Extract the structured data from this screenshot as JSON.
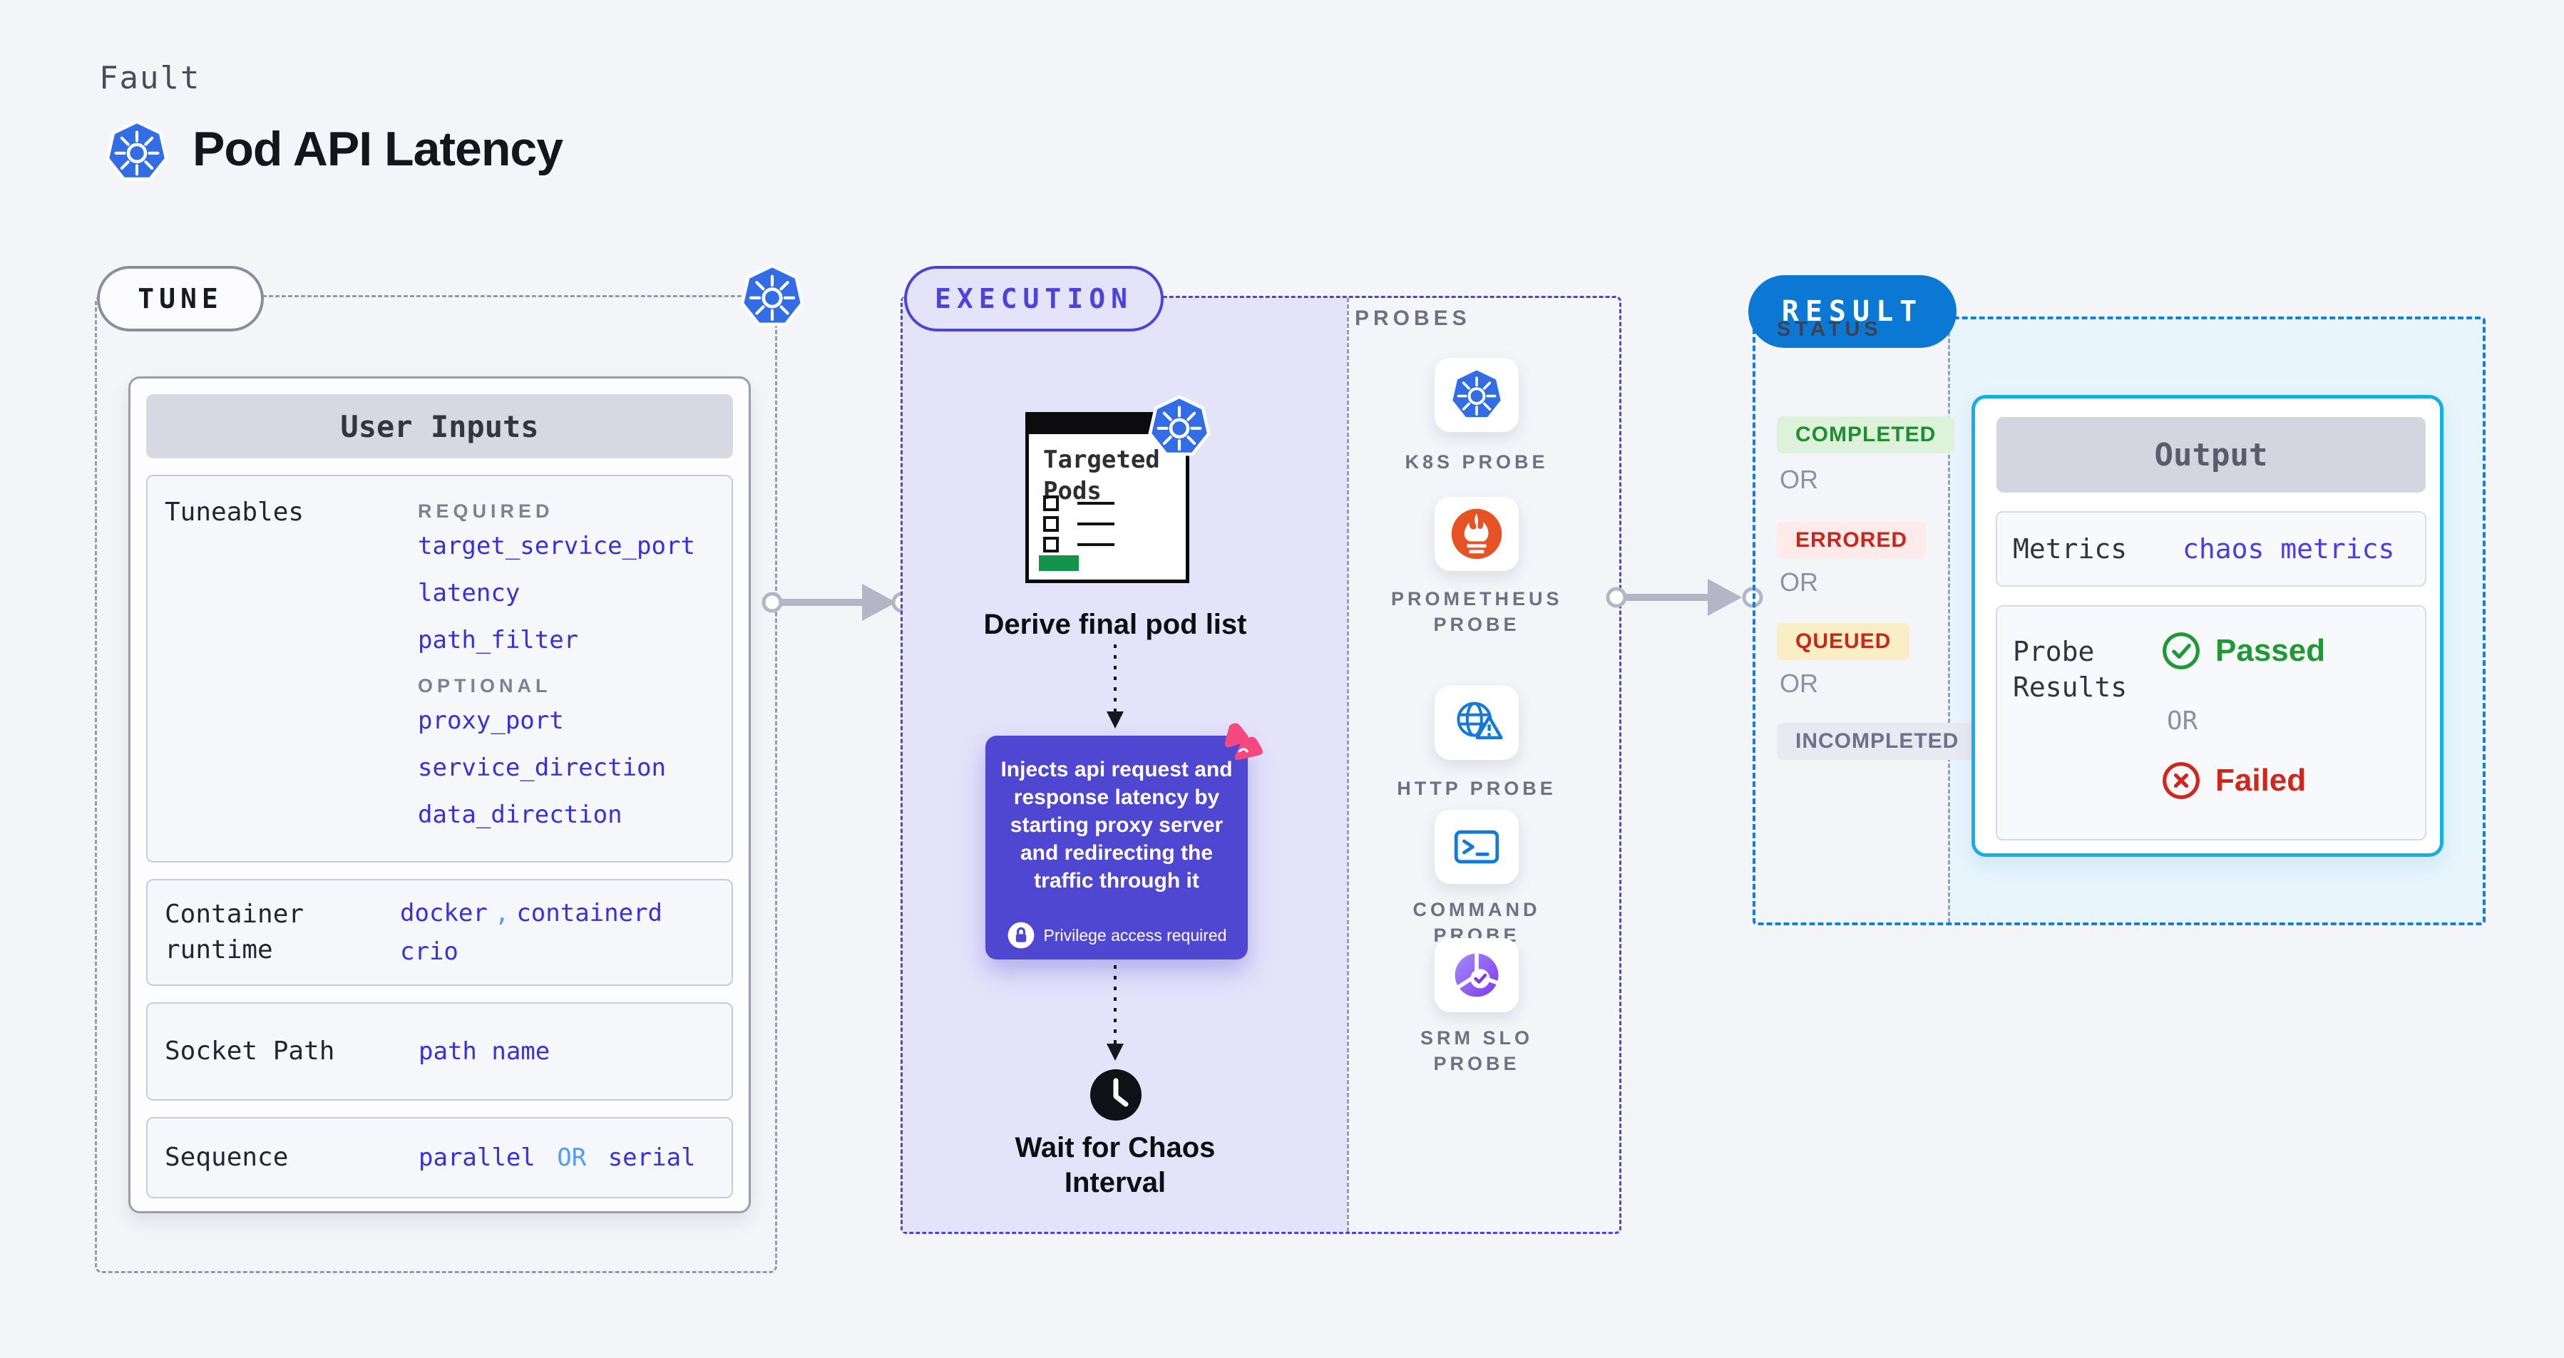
{
  "colors": {
    "page_bg": "#f4f5f9",
    "kubernetes_blue": "#326de6",
    "value_indigo": "#3a2fd9",
    "connector_blue": "#4f9cf8",
    "execution_indigo": "#4c44d8",
    "execution_fill": "#e4e3fa",
    "inject_box": "#4f47d1",
    "result_blue": "#0b79d3",
    "result_fill": "#e8f5fd",
    "output_border": "#16aee6",
    "passed_green": "#1f9a33",
    "failed_red": "#d3261b",
    "queued_bg": "#faeec6",
    "errored_bg": "#fcebea",
    "completed_bg": "#ddf1db",
    "prometheus_orange": "#e75225",
    "chaos_pink": "#f5487f"
  },
  "header": {
    "kicker": "Fault",
    "title": "Pod API Latency",
    "logo_icon": "kubernetes-icon"
  },
  "tune": {
    "pill": "TUNE",
    "corner_icon": "kubernetes-icon",
    "user_inputs": {
      "title": "User Inputs",
      "tuneables": {
        "label": "Tuneables",
        "required_label": "REQUIRED",
        "required_params": [
          "target_service_port",
          "latency",
          "path_filter"
        ],
        "optional_label": "OPTIONAL",
        "optional_params": [
          "proxy_port",
          "service_direction",
          "data_direction"
        ]
      },
      "container_runtime": {
        "label": "Container runtime",
        "values": [
          "docker",
          "containerd",
          "crio"
        ],
        "separator": ","
      },
      "socket_path": {
        "label": "Socket Path",
        "value": "path name"
      },
      "sequence": {
        "label": "Sequence",
        "value_a": "parallel",
        "connector": "OR",
        "value_b": "serial"
      }
    }
  },
  "execution": {
    "pill": "EXECUTION",
    "targeted_pods_title": "Targeted Pods",
    "derive_label": "Derive final pod list",
    "inject_text": "Injects api request and response latency by starting proxy server and redirecting the traffic through it",
    "privilege_note": "Privilege access required",
    "wait_label": "Wait for Chaos Interval"
  },
  "probes": {
    "title": "PROBES",
    "items": [
      {
        "label": "K8S PROBE",
        "icon": "kubernetes-icon"
      },
      {
        "label": "PROMETHEUS PROBE",
        "icon": "prometheus-icon"
      },
      {
        "label": "HTTP PROBE",
        "icon": "http-globe-alert-icon"
      },
      {
        "label": "COMMAND PROBE",
        "icon": "terminal-icon"
      },
      {
        "label": "SRM SLO PROBE",
        "icon": "slo-pie-check-icon"
      }
    ]
  },
  "result": {
    "pill": "RESULT",
    "status_label": "STATUS",
    "or_label": "OR",
    "statuses": [
      {
        "label": "COMPLETED",
        "tone": "green"
      },
      {
        "label": "ERRORED",
        "tone": "red"
      },
      {
        "label": "QUEUED",
        "tone": "yellow"
      },
      {
        "label": "INCOMPLETED",
        "tone": "gray"
      }
    ],
    "output": {
      "title": "Output",
      "metrics_label": "Metrics",
      "metrics_value": "chaos metrics",
      "probe_results_label": "Probe Results",
      "passed_label": "Passed",
      "or_label": "OR",
      "failed_label": "Failed"
    }
  }
}
